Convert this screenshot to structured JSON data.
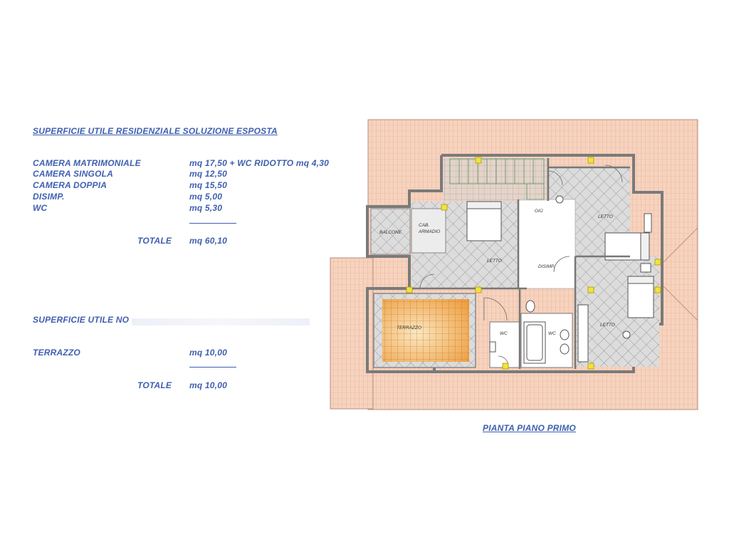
{
  "colors": {
    "text": "#3f5fb0",
    "roof": "#f3c7ae",
    "terrace": "#f2b766",
    "tile": "#9a9a9a",
    "window": "#f2e23a"
  },
  "residential": {
    "title": "SUPERFICIE UTILE RESIDENZIALE SOLUZIONE ESPOSTA",
    "rows": [
      {
        "name": "CAMERA MATRIMONIALE",
        "value": "mq   17,50 + WC RIDOTTO mq 4,30"
      },
      {
        "name": "CAMERA SINGOLA",
        "value": "mq   12,50"
      },
      {
        "name": "CAMERA DOPPIA",
        "value": "mq   15,50"
      },
      {
        "name": "DISIMP.",
        "value": "mq     5,00"
      },
      {
        "name": "WC",
        "value": "mq     5,30"
      }
    ],
    "total_label": "TOTALE",
    "total_value": "mq   60,10"
  },
  "non_residential": {
    "title": "SUPERFICIE UTILE NO",
    "rows": [
      {
        "name": "TERRAZZO",
        "value": "mq 10,00"
      }
    ],
    "total_label": "TOTALE",
    "total_value": "mq 10,00"
  },
  "plan": {
    "caption": "PIANTA PIANO PRIMO",
    "rooms": {
      "balcone": "BALCONE",
      "cab_armadio_1": "CAB.",
      "cab_armadio_2": "ARMADIO",
      "letto_1": "LETTO",
      "letto_2": "LETTO",
      "letto_3": "LETTO",
      "disimp": "DISIMP.",
      "giu": "GIÙ",
      "terrazzo": "TERRAZZO",
      "wc_1": "WC",
      "wc_2": "WC"
    }
  }
}
